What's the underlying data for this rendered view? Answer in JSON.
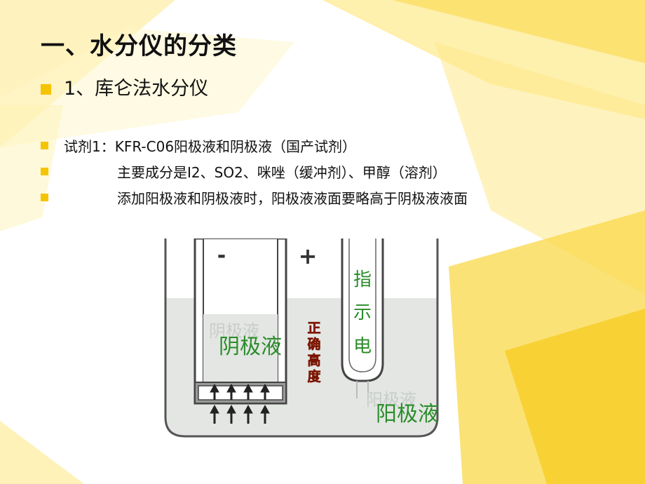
{
  "title": "一、水分仪的分类",
  "subtitle": "1、库仑法水分仪",
  "bullets": [
    "试剂1：KFR-C06阳极液和阴极液（国产试剂）",
    "主要成分是I2、SO2、咪唑（缓冲剂）、甲醇（溶剂）",
    "添加阳极液和阴极液时，阳极液液面要略高于阴极液液面"
  ],
  "diagram": {
    "minus_label": "-",
    "plus_label": "+",
    "cathode_ghost": "阴极液",
    "cathode_label": "阴极液",
    "correct_height": [
      "正",
      "确",
      "高",
      "度"
    ],
    "electrode_label": [
      "指",
      "示",
      "电"
    ],
    "anode_ghost": "阳极液",
    "anode_label": "阳极液"
  },
  "colors": {
    "accent_yellow": "#f5c400",
    "light_yellow": "#fde98a",
    "liquid_gray": "#e3e6e3",
    "green_text": "#2a8c2a",
    "red_text": "#cc2a0a"
  }
}
